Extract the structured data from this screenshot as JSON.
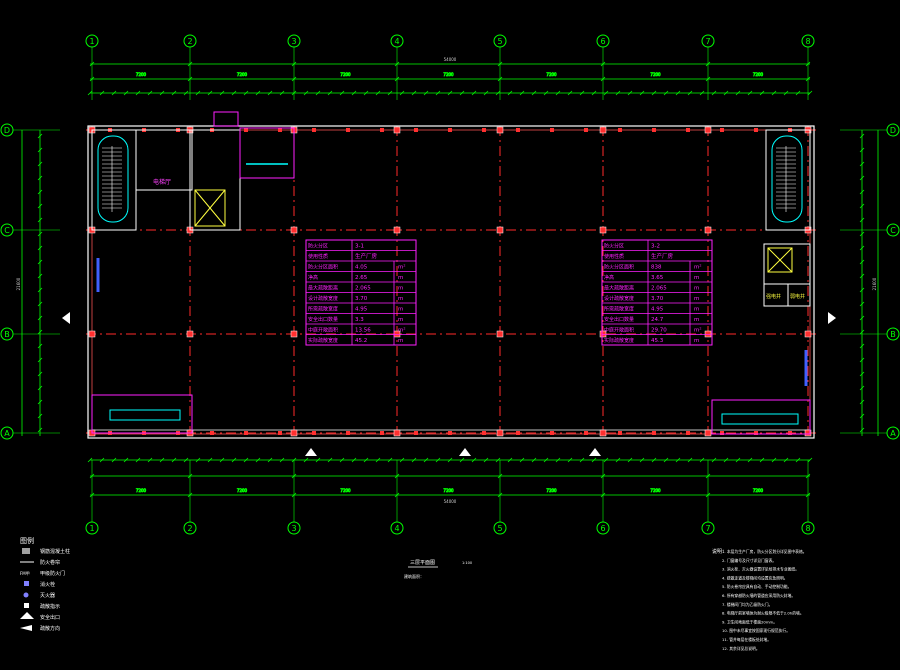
{
  "axes": {
    "columns": [
      "1",
      "2",
      "3",
      "4",
      "5",
      "6",
      "7",
      "8"
    ],
    "rows": [
      "D",
      "C",
      "B",
      "A"
    ]
  },
  "dimensions": {
    "overall_top": "54000",
    "overall_bottom": "54000",
    "segment_top": [
      "7200",
      "7200",
      "7200",
      "7200",
      "7200",
      "7200",
      "7200"
    ],
    "segment_bottom": [
      "7200",
      "7200",
      "7200",
      "7200",
      "7200",
      "7200",
      "7200"
    ],
    "side_total": "21600"
  },
  "rooms": {
    "left_core_label": "电梯厅",
    "right_core_label1": "强电井",
    "right_core_label2": "弱电井"
  },
  "tables": [
    {
      "rows": [
        [
          "防火分区",
          "3-1"
        ],
        [
          "使用性质",
          "生产厂房"
        ],
        [
          "防火分区面积",
          "4.05",
          "m²"
        ],
        [
          "净高",
          "2.65",
          "m"
        ],
        [
          "最大疏散距离",
          "2.065",
          "m"
        ],
        [
          "设计疏散宽度",
          "3.70",
          "m"
        ],
        [
          "所需疏散宽度",
          "4.95",
          "m"
        ],
        [
          "安全出口数量",
          "3.3",
          "m"
        ],
        [
          "中庭开敞面积",
          "13.56",
          "m²"
        ],
        [
          "实际疏散宽度",
          "45.2",
          "m"
        ]
      ]
    },
    {
      "rows": [
        [
          "防火分区",
          "3-2"
        ],
        [
          "使用性质",
          "生产厂房"
        ],
        [
          "防火分区面积",
          "838",
          "m²"
        ],
        [
          "净高",
          "3.65",
          "m"
        ],
        [
          "最大疏散距离",
          "2.065",
          "m"
        ],
        [
          "设计疏散宽度",
          "3.70",
          "m"
        ],
        [
          "所需疏散宽度",
          "4.95",
          "m"
        ],
        [
          "安全出口数量",
          "24.7",
          "m"
        ],
        [
          "中庭开敞面积",
          "29.70",
          "m²"
        ],
        [
          "实际疏散宽度",
          "45.3",
          "m"
        ]
      ]
    }
  ],
  "legend": {
    "title": "图例",
    "items": [
      "钢筋混凝土柱",
      "防火卷帘",
      "甲级防火门",
      "消火栓",
      "灭火器",
      "疏散指示",
      "安全出口",
      "疏散方向"
    ]
  },
  "plan_title": "三层平面图",
  "plan_scale": "1:100",
  "plan_area": "建筑面积：",
  "notes": {
    "title": "说明：",
    "lines": [
      "1. 本层为生产厂房，防火分区划分详见图中表格。",
      "2. 门窗编号及尺寸详见门窗表。",
      "3. 消火栓、灭火器设置详见给排水专业图纸。",
      "4. 疏散走道及楼梯间均设置应急照明。",
      "5. 防火卷帘应具有自动、手动控制功能。",
      "6. 所有穿越防火墙的管道应采用防火封堵。",
      "7. 楼梯间门均为乙级防火门。",
      "8. 电梯厅前室墙体为耐火极限不低于2.0h的墙。",
      "9. 卫生间地面低于楼面20mm。",
      "10. 图中未尽事宜按国家现行规范执行。",
      "11. 管井每层在楼板处封堵。",
      "12. 其余详见总说明。"
    ]
  },
  "colors": {
    "background": "#000000",
    "axis": "#00ff00",
    "grid": "#ff3030",
    "wall": "#ffffff",
    "table": "#ff20ff",
    "stair": "#00ffff",
    "annot": "#ffff40"
  }
}
